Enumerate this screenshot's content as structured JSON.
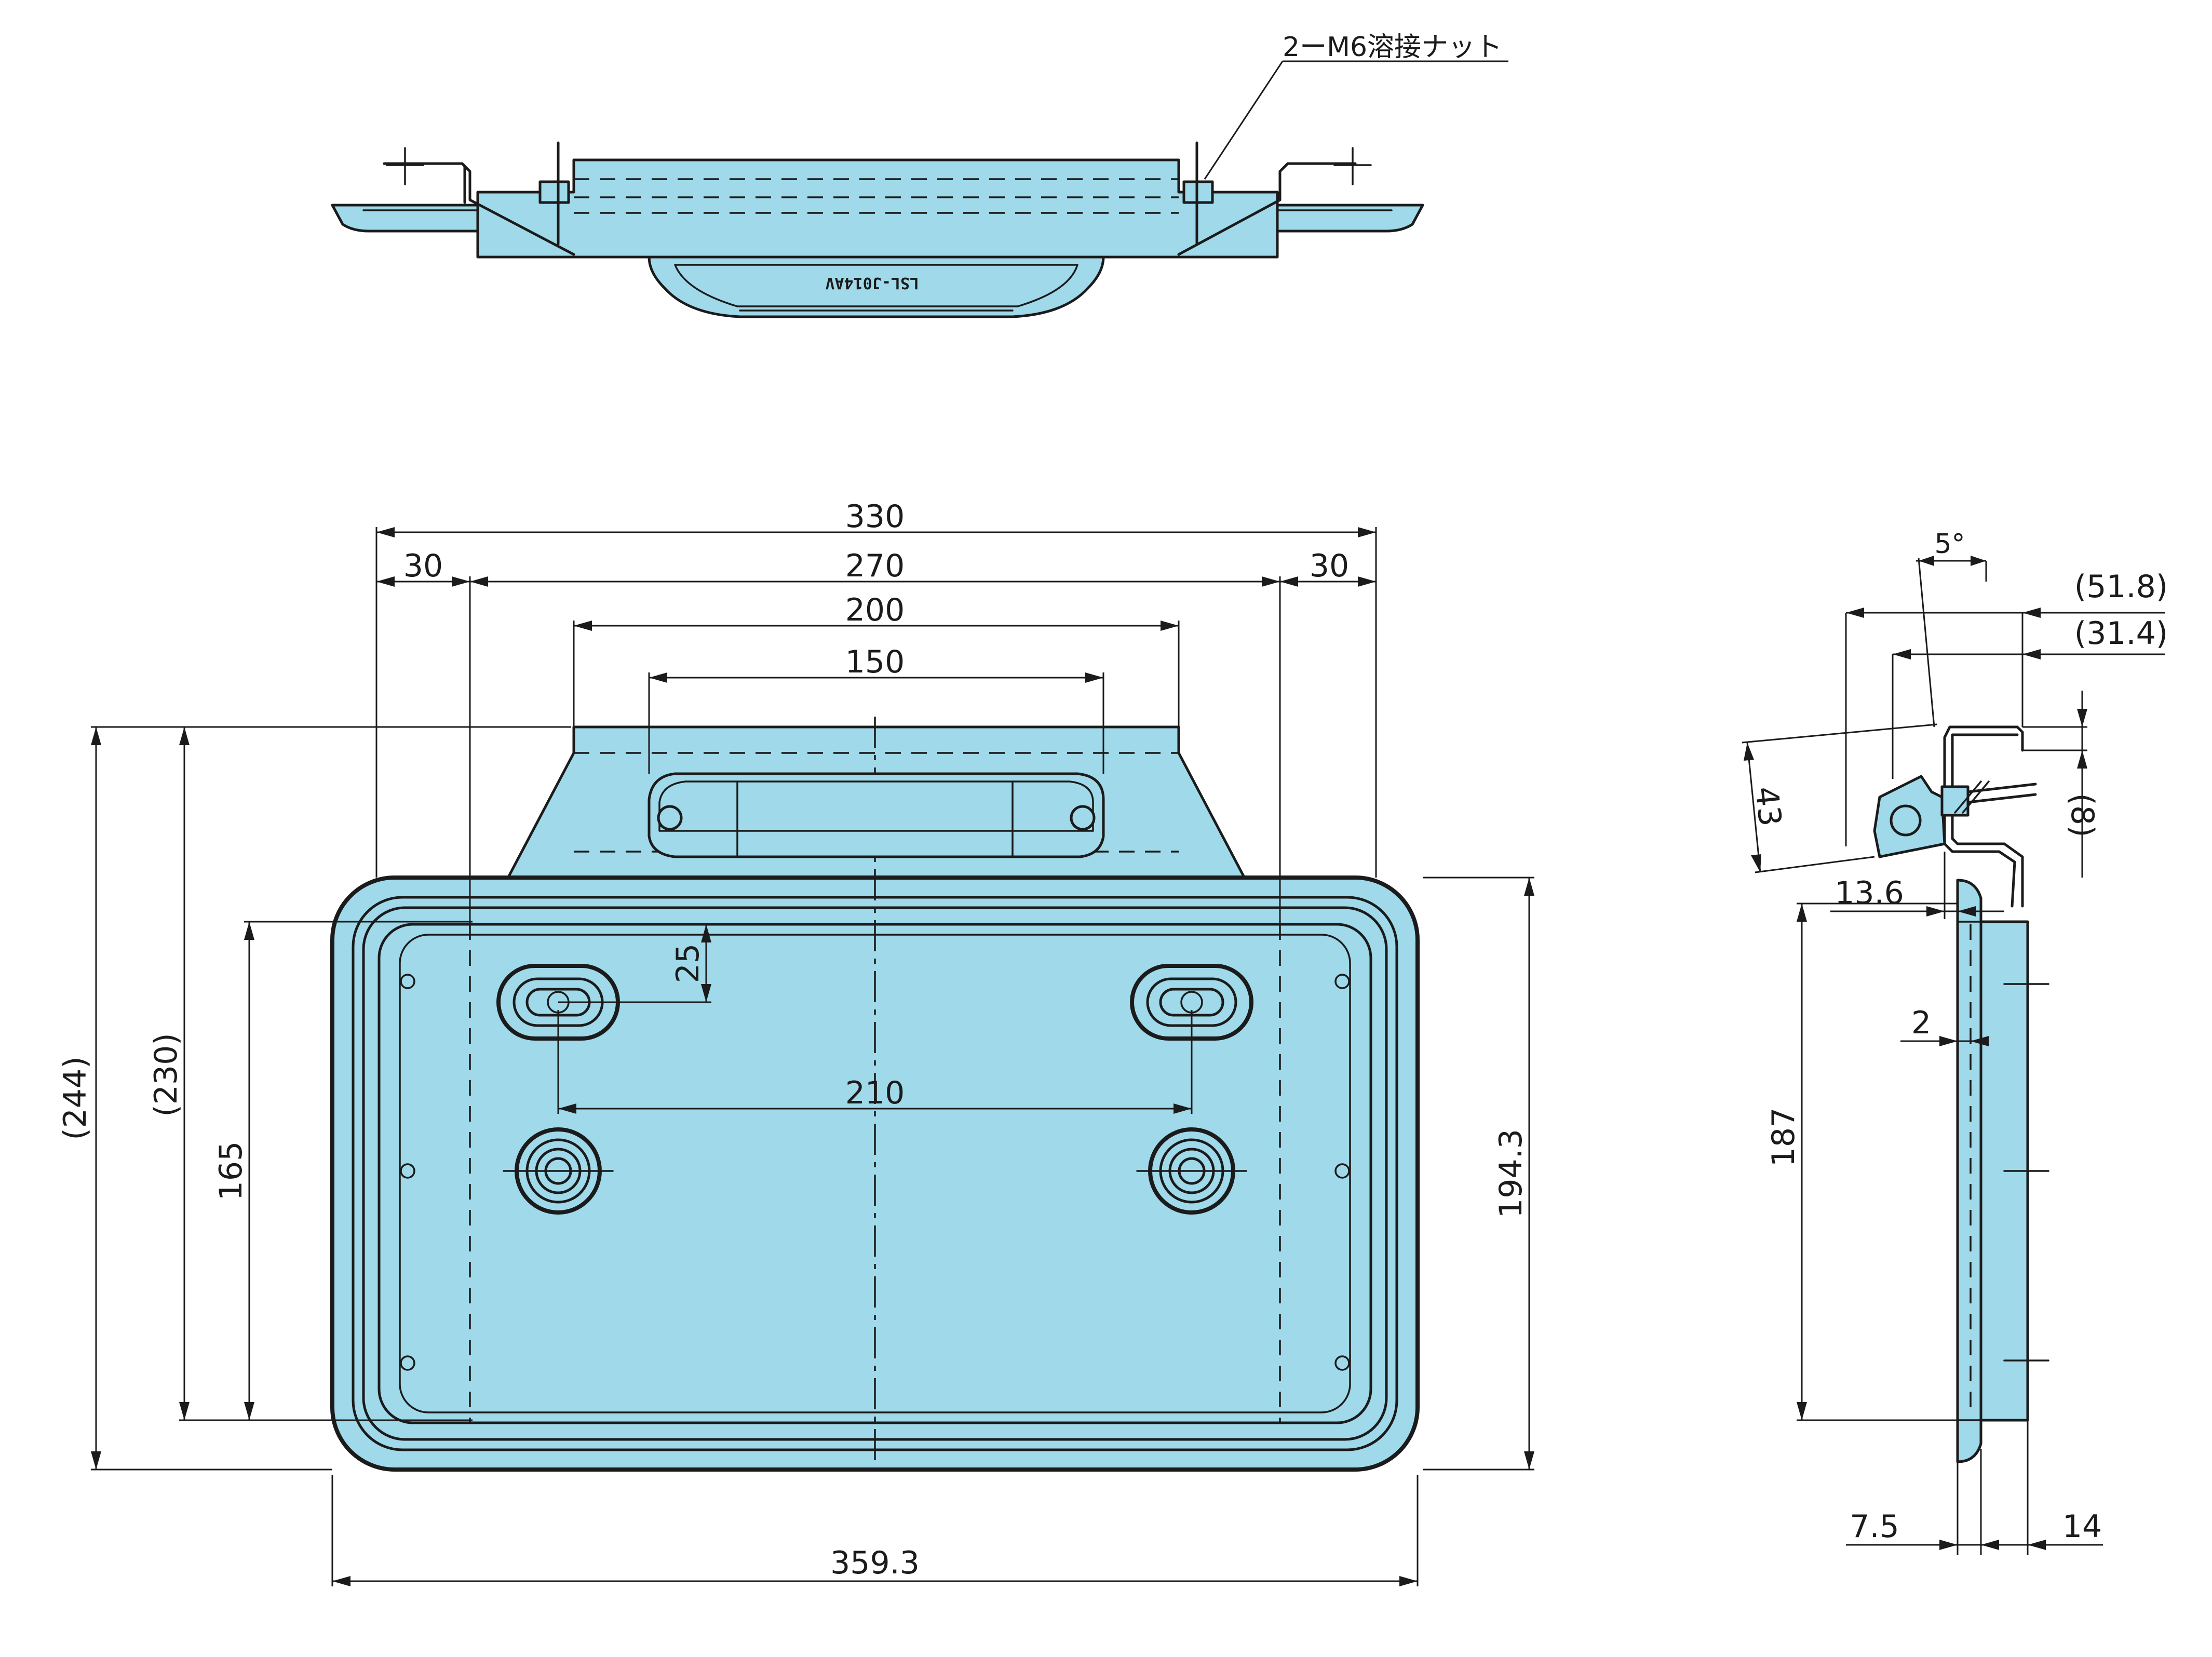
{
  "annotations": {
    "weld_nut_note": "2ーM6溶接ナット",
    "product_mark": "LSL-J014AV"
  },
  "dimensions": {
    "d330": "330",
    "d270": "270",
    "d30_left": "30",
    "d30_right": "30",
    "d200": "200",
    "d150": "150",
    "d25": "25",
    "d210": "210",
    "d165": "165",
    "d230": "(230)",
    "d244": "(244)",
    "d194_3": "194.3",
    "d359_3": "359.3",
    "d5deg": "5°",
    "d51_8": "(51.8)",
    "d31_4": "(31.4)",
    "d43": "43",
    "d8": "(8)",
    "d13_6": "13.6",
    "d2": "2",
    "d187": "187",
    "d7_5": "7.5",
    "d14": "14"
  },
  "colors": {
    "part_fill": "#9fd9ea",
    "line": "#1b1b1b",
    "background": "#ffffff"
  }
}
